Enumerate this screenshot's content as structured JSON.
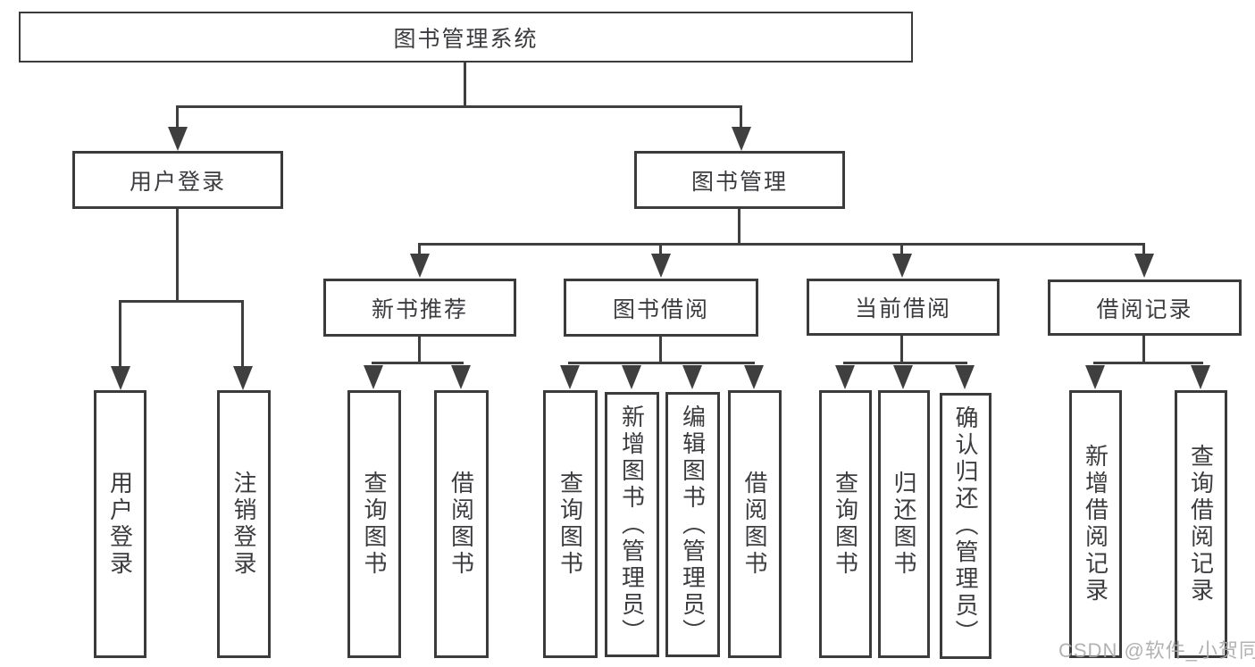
{
  "diagram": {
    "type": "hierarchy-tree",
    "title": "图书管理系统"
  },
  "nodes": {
    "root": "图书管理系统",
    "user_login": "用户登录",
    "book_management": "图书管理",
    "new_book_recommend": "新书推荐",
    "book_borrowing": "图书借阅",
    "current_borrowing": "当前借阅",
    "borrowing_records": "借阅记录",
    "leaf_user_login": "用户登录",
    "leaf_logout_login": "注销登录",
    "leaf_query_books_1": "查询图书",
    "leaf_borrow_books_1": "借阅图书",
    "leaf_query_books_2": "查询图书",
    "leaf_add_books_admin": "新增图书（管理员）",
    "leaf_edit_books_admin": "编辑图书（管理员）",
    "leaf_borrow_books_2": "借阅图书",
    "leaf_query_books_3": "查询图书",
    "leaf_return_books": "归还图书",
    "leaf_confirm_return_admin": "确认归还（管理员）",
    "leaf_add_borrow_record": "新增借阅记录",
    "leaf_query_borrow_record": "查询借阅记录"
  },
  "hierarchy": {
    "图书管理系统": {
      "用户登录": [
        "用户登录",
        "注销登录"
      ],
      "图书管理": {
        "新书推荐": [
          "查询图书",
          "借阅图书"
        ],
        "图书借阅": [
          "查询图书",
          "新增图书（管理员）",
          "编辑图书（管理员）",
          "借阅图书"
        ],
        "当前借阅": [
          "查询图书",
          "归还图书",
          "确认归还（管理员）"
        ],
        "借阅记录": [
          "新增借阅记录",
          "查询借阅记录"
        ]
      }
    }
  },
  "watermark": "CSDN @软件_小贺同学",
  "colors": {
    "background": "#ffffff",
    "box_border": "#3b3b3b",
    "line": "#3f3f3f",
    "text": "#3c3c40",
    "watermark": "#aaaaaa"
  }
}
